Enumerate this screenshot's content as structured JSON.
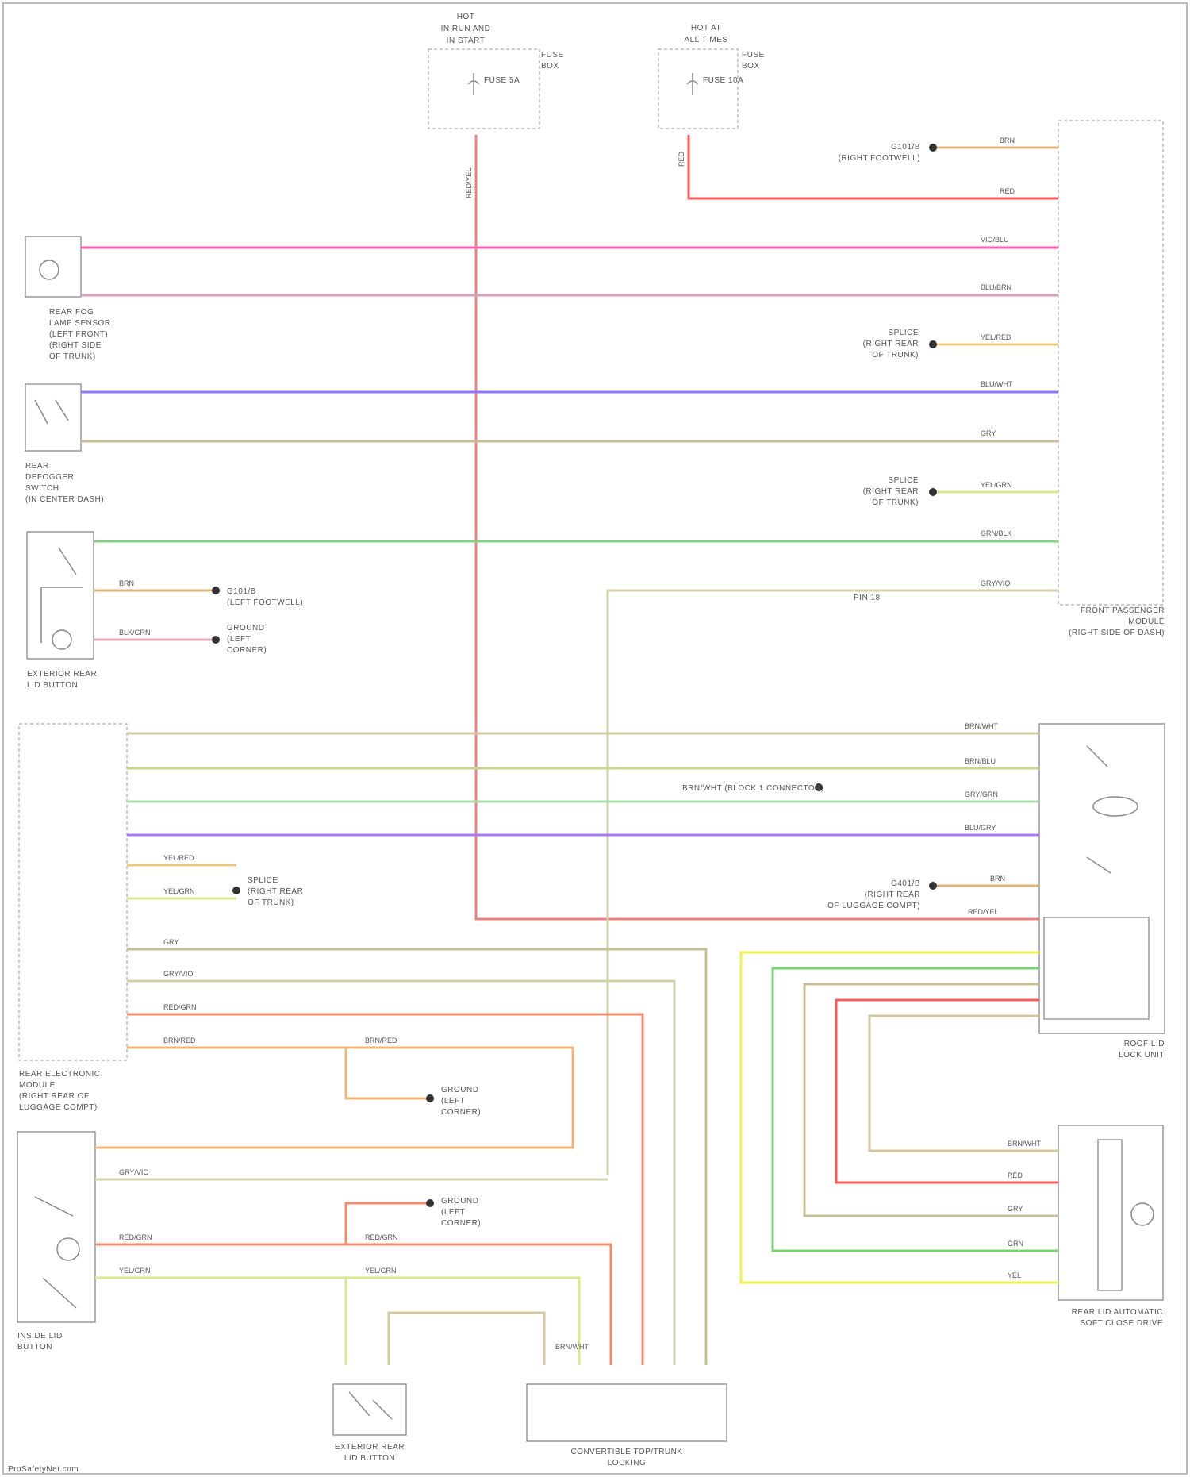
{
  "diagram": {
    "blocks": {
      "fuse_top_left": [
        "HOT",
        "IN RUN AND",
        "IN START"
      ],
      "fuse_top_left_note": [
        "FUSE",
        "BOX"
      ],
      "fuse_top_left_fuse": "FUSE 5A",
      "fuse_top_right": [
        "HOT AT",
        "ALL TIMES"
      ],
      "fuse_top_right_note": [
        "FUSE",
        "BOX"
      ],
      "fuse_top_right_fuse": "FUSE 10A",
      "front_door_module": [
        "FRONT PASSENGER",
        "MODULE",
        "(RIGHT SIDE OF DASH)"
      ],
      "left_sensor": [
        "REAR FOG",
        "LAMP SENSOR",
        "(LEFT FRONT)",
        "(RIGHT SIDE",
        "OF TRUNK)"
      ],
      "left_switch": [
        "REAR",
        "DEFOGGER",
        "SWITCH",
        "(IN CENTER DASH)"
      ],
      "left_rear_lock": [
        "EXTERIOR REAR",
        "LID BUTTON"
      ],
      "rear_module": [
        "REAR ELECTRONIC",
        "MODULE",
        "(RIGHT REAR OF",
        "LUGGAGE COMPT)"
      ],
      "lock_unit": [
        "ROOF LID",
        "LOCK UNIT"
      ],
      "left_switch_lower": [
        "INSIDE LID",
        "BUTTON"
      ],
      "motor": [
        "REAR LID AUTOMATIC",
        "SOFT CLOSE DRIVE"
      ],
      "bottom_switch": [
        "EXTERIOR REAR",
        "LID BUTTON"
      ],
      "bottom_module": [
        "CONVERTIBLE TOP/TRUNK",
        "LOCKING"
      ],
      "footer": "ProSafetyNet.com"
    },
    "wires": [
      {
        "label": "RED/YEL",
        "color": "#f08080"
      },
      {
        "label": "RED",
        "color": "#ff5a5a"
      },
      {
        "label": "VIO/BLU",
        "color": "#ff5ab4"
      },
      {
        "label": "BLU/BRN",
        "color": "#d6a0bc"
      },
      {
        "label": "BLU/WHT",
        "color": "#8c78ff"
      },
      {
        "label": "GRY",
        "color": "#c8be96"
      },
      {
        "label": "GRN/BLK",
        "color": "#82d282"
      },
      {
        "label": "BRN",
        "color": "#dcb478"
      },
      {
        "label": "BLK/GRN",
        "color": "#e6aab4"
      },
      {
        "label": "BRN/WHT",
        "color": "#d2c8a0"
      },
      {
        "label": "BRN/BLU",
        "color": "#c8d28c"
      },
      {
        "label": "GRY/GRN",
        "color": "#aadcaa"
      },
      {
        "label": "BLU/GRY",
        "color": "#aa78ff"
      },
      {
        "label": "YEL/RED",
        "color": "#f0c878"
      },
      {
        "label": "YEL/GRN",
        "color": "#dce68c"
      },
      {
        "label": "GRY/VIO",
        "color": "#d2d2aa"
      },
      {
        "label": "RED/GRN",
        "color": "#f08c6e"
      },
      {
        "label": "BRN/RED",
        "color": "#f0b478"
      },
      {
        "label": "YEL",
        "color": "#f0f050"
      },
      {
        "label": "GRN",
        "color": "#78d278"
      }
    ],
    "labels": {
      "g101": [
        "G101/B",
        "(RIGHT FOOTWELL)"
      ],
      "g200_splice": [
        "SPLICE",
        "(RIGHT REAR",
        "OF TRUNK)"
      ],
      "g200_splice2": [
        "SPLICE",
        "(RIGHT REAR",
        "OF TRUNK)"
      ],
      "g101_left": [
        "G101/B",
        "(LEFT FOOTWELL)"
      ],
      "gnd_left": [
        "GROUND",
        "(LEFT",
        "CORNER)"
      ],
      "splice_mid": [
        "SPLICE",
        "(RIGHT REAR",
        "OF TRUNK)"
      ],
      "pin_left_note": "PIN 18",
      "splice_bottom": [
        "GROUND",
        "(LEFT",
        "CORNER)"
      ],
      "splice_bottom2": [
        "GROUND",
        "(LEFT",
        "CORNER)"
      ],
      "g401": [
        "G401/B",
        "(RIGHT REAR",
        "OF LUGGAGE COMPT)"
      ],
      "shared_note": "BRN/WHT (BLOCK 1 CONNECTOR)",
      "splice_left": [
        "SPLICE",
        "(RIGHT REAR",
        "OF TRUNK)"
      ]
    }
  }
}
